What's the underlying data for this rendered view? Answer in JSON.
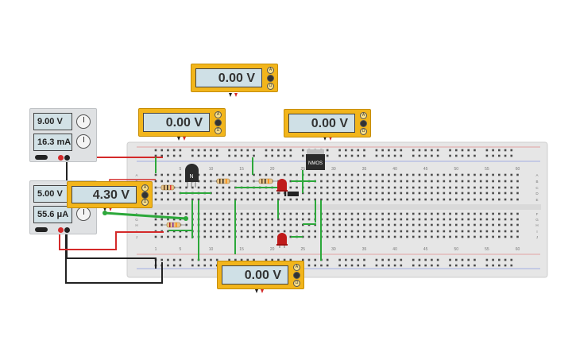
{
  "meters": [
    {
      "value": "0.00 V"
    },
    {
      "value": "0.00 V"
    },
    {
      "value": "0.00 V"
    },
    {
      "value": "4.30 V"
    },
    {
      "value": "0.00 V"
    }
  ],
  "meter_knobs": [
    "A",
    "V",
    "Ω"
  ],
  "power_supplies": [
    {
      "voltage": "9.00 V",
      "current": "16.3 mA"
    },
    {
      "voltage": "5.00 V",
      "current": "55.6 μA"
    }
  ],
  "components": {
    "transistor_label": "N",
    "mosfet_label": "NMOS"
  },
  "breadboard": {
    "column_numbers": [
      "1",
      "5",
      "10",
      "15",
      "20",
      "25",
      "30",
      "35",
      "40",
      "45",
      "50",
      "55",
      "60"
    ],
    "row_letters_top": [
      "A",
      "B",
      "C",
      "D",
      "E"
    ],
    "row_letters_bottom": [
      "F",
      "G",
      "H",
      "I",
      "J"
    ]
  },
  "colors": {
    "meter_body": "#f2b51b",
    "meter_screen": "#cfe0e6",
    "breadboard": "#e6e6e6",
    "wire_red": "#d42a2a",
    "wire_black": "#222222",
    "wire_green": "#2ca83a",
    "led_red": "#c01b1b"
  }
}
